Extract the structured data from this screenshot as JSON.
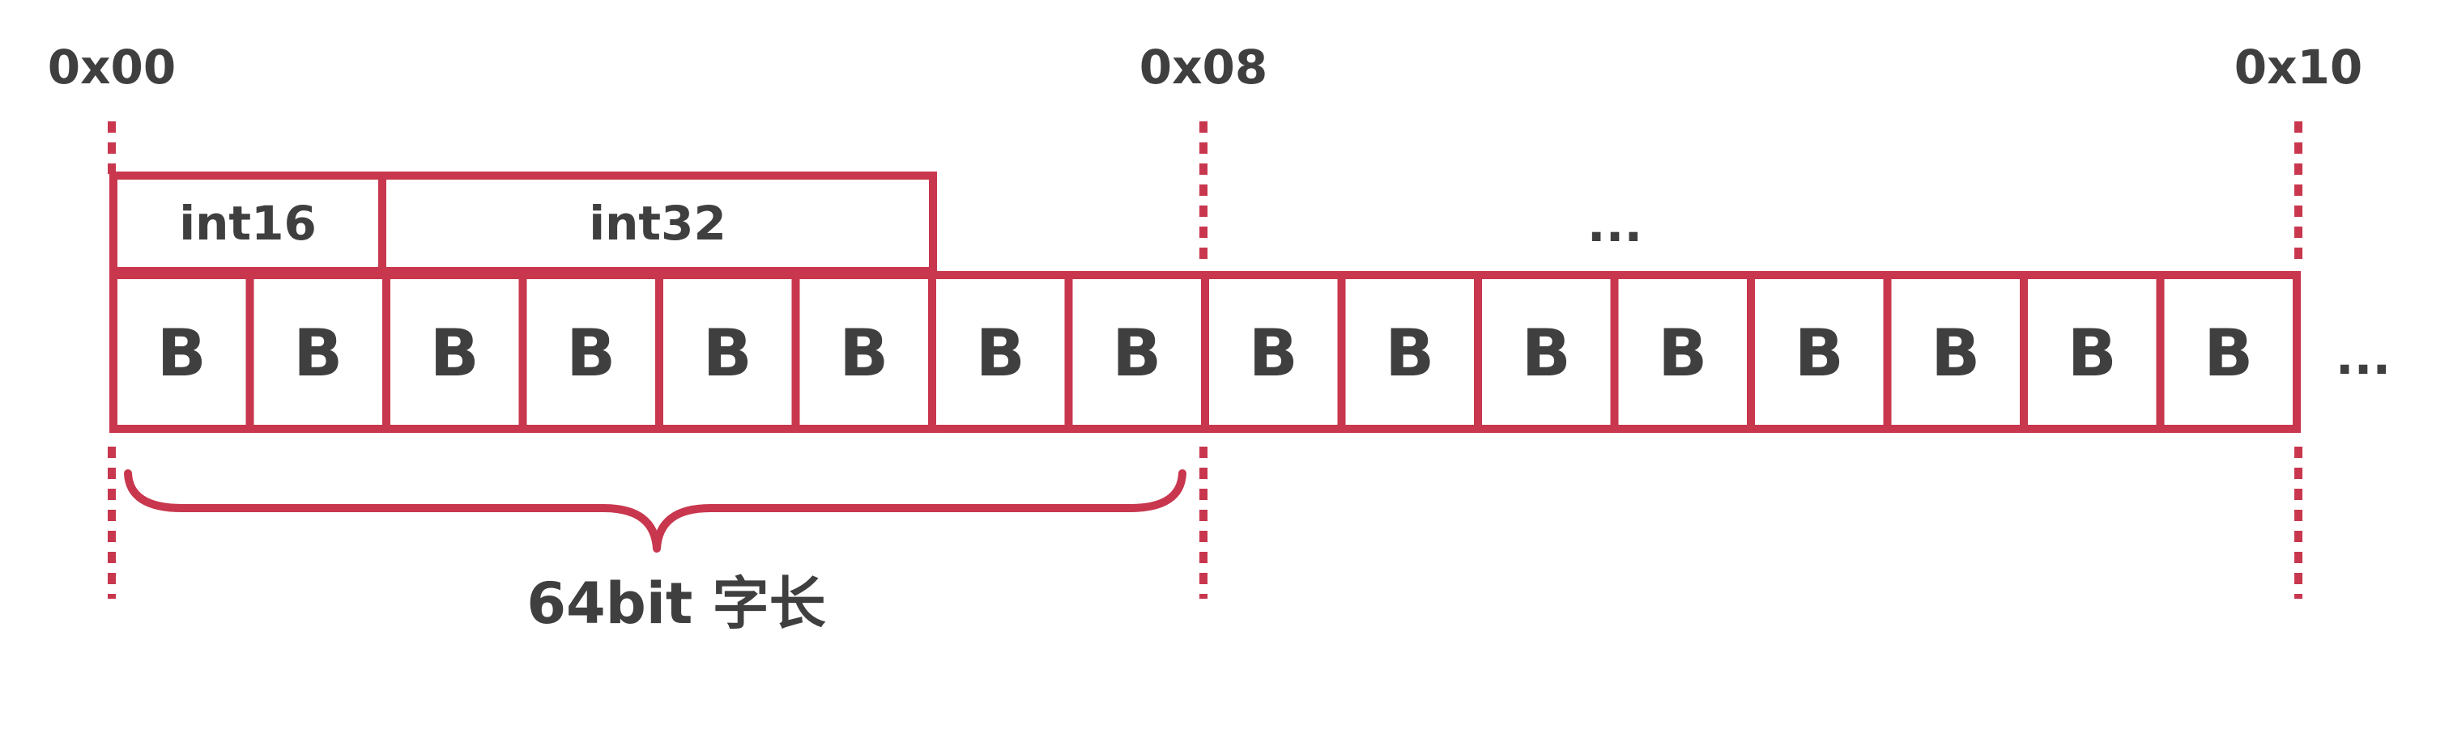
{
  "colors": {
    "accent": "#C8374E",
    "text": "#3F3F3F",
    "background": "#FFFFFF"
  },
  "addresses": [
    "0x00",
    "0x08",
    "0x10"
  ],
  "fields": [
    "int16",
    "int32"
  ],
  "field_ellipsis": "...",
  "byte_label": "B",
  "byte_count": 16,
  "trailing_ellipsis": "...",
  "word_label": "64bit 字长"
}
